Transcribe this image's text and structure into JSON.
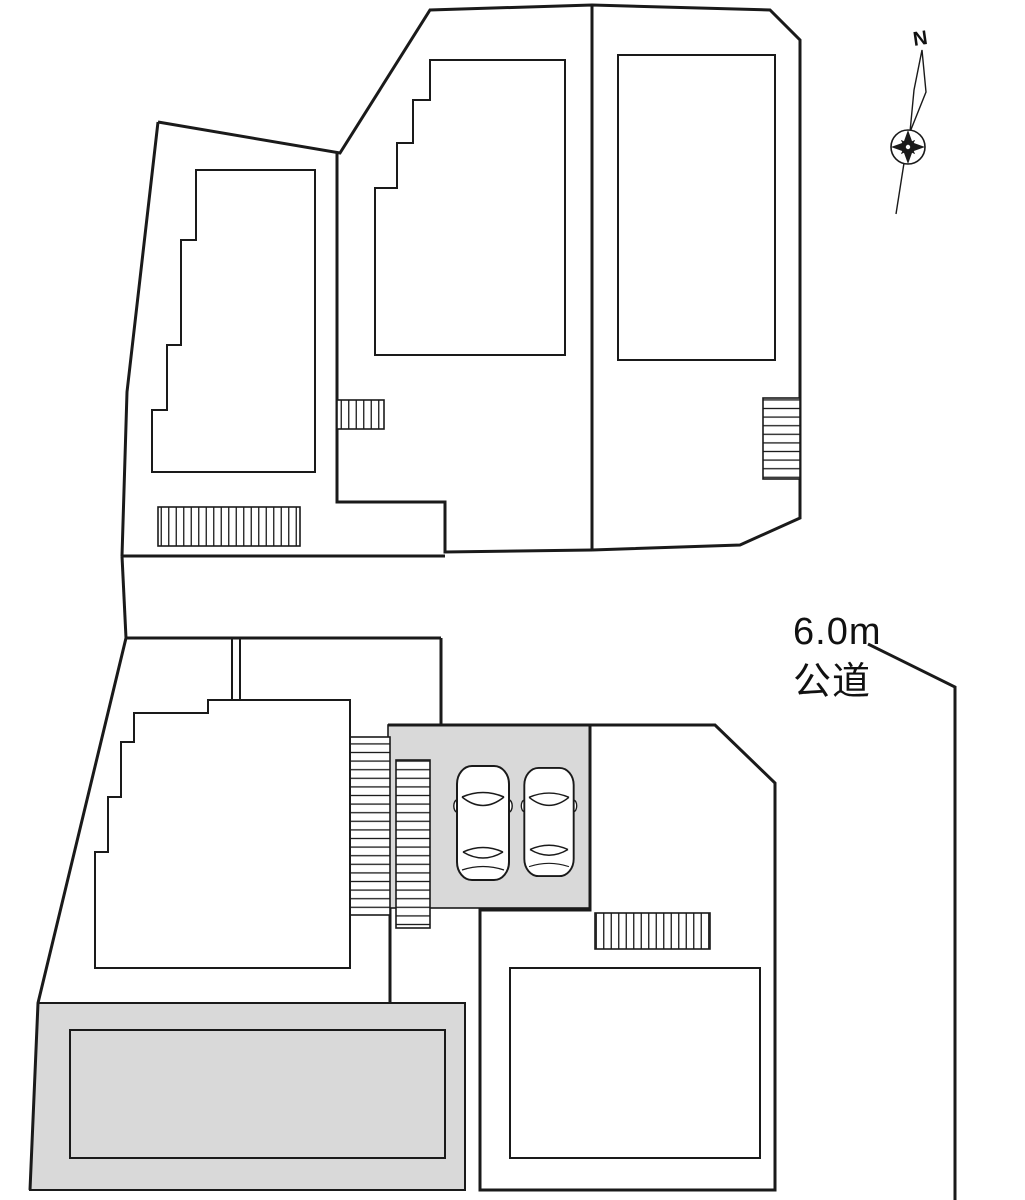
{
  "labels": {
    "north_mark": "N",
    "road_width": "6.0m",
    "road_type": "公道"
  },
  "colors": {
    "line": "#1a1a1a",
    "paved": "#d9d9d9",
    "bg": "#ffffff"
  },
  "diagram": {
    "type": "site-plan"
  }
}
